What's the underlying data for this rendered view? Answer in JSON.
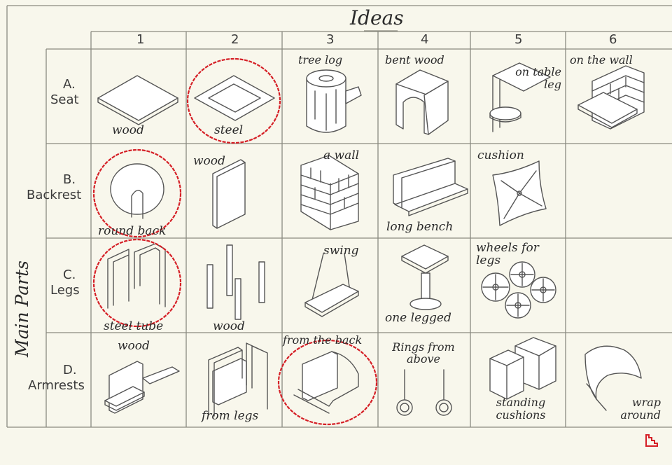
{
  "header": {
    "title": "Ideas"
  },
  "side_title": "Main Parts",
  "columns": [
    "1",
    "2",
    "3",
    "4",
    "5",
    "6"
  ],
  "rows": [
    {
      "letter": "A.",
      "name": "Seat"
    },
    {
      "letter": "B.",
      "name": "Backrest"
    },
    {
      "letter": "C.",
      "name": "Legs"
    },
    {
      "letter": "D.",
      "name": "Armrests"
    }
  ],
  "cells": {
    "a1": "wood",
    "a2": "steel",
    "a3": "tree log",
    "a4": "bent wood",
    "a5": "on table leg",
    "a6": "on the wall",
    "b1": "round back",
    "b2": "wood",
    "b3": "a wall",
    "b4": "long bench",
    "b5": "cushion",
    "c1": "steel tube",
    "c2": "wood",
    "c3": "swing",
    "c4": "one legged",
    "c5": "wheels for legs",
    "d1": "wood",
    "d2": "from legs",
    "d3": "from the back",
    "d4": "Rings from above",
    "d5": "standing cushions",
    "d6": "wrap around"
  },
  "highlight_color": "#d51f26",
  "grid_color": "#8a8a80"
}
